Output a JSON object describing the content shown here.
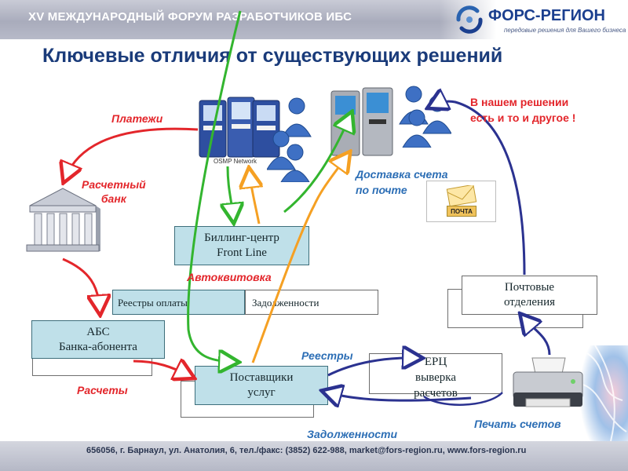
{
  "header": {
    "title": "XV МЕЖДУНАРОДНЫЙ ФОРУМ РАЗРАБОТЧИКОВ ИБС",
    "logo_text": "ФОРС-РЕГИОН",
    "logo_tagline": "передовые решения для Вашего бизнеса"
  },
  "slide": {
    "title": "Ключевые отличия от существующих решений"
  },
  "labels": {
    "payments": "Платежи",
    "settlement_bank": [
      "Расчетный",
      "банк"
    ],
    "delivery": [
      "Доставка счета",
      "по почте"
    ],
    "note": [
      "В нашем решении",
      "есть и то и другое !"
    ],
    "auto_ack": "Автоквитовка",
    "registries": "Реестры",
    "settlements": "Расчеты",
    "debts_bottom": "Задолженности",
    "print_bills": "Печать счетов",
    "osmp": "OSMP Network",
    "mail": "ПОЧТА"
  },
  "boxes": {
    "billing": [
      "Биллинг-центр",
      "Front Line"
    ],
    "payment_registries": "Реестры оплаты",
    "debts": "Задолженности",
    "abs": [
      "АБС",
      "Банка-абонента"
    ],
    "suppliers": [
      "Поставщики",
      "услуг"
    ],
    "erc": [
      "ЕРЦ",
      "выверка",
      "расчетов"
    ],
    "post_offices": [
      "Почтовые",
      "отделения"
    ]
  },
  "colors": {
    "red": "#e3262b",
    "green": "#33b52f",
    "orange": "#f5a023",
    "navy": "#2b3290",
    "box_fill": "#bfe0e9"
  },
  "footer": {
    "text": "656056, г. Барнаул, ул. Анатолия, 6,  тел./факс: (3852) 622-988, market@fors-region.ru, www.fors-region.ru"
  }
}
